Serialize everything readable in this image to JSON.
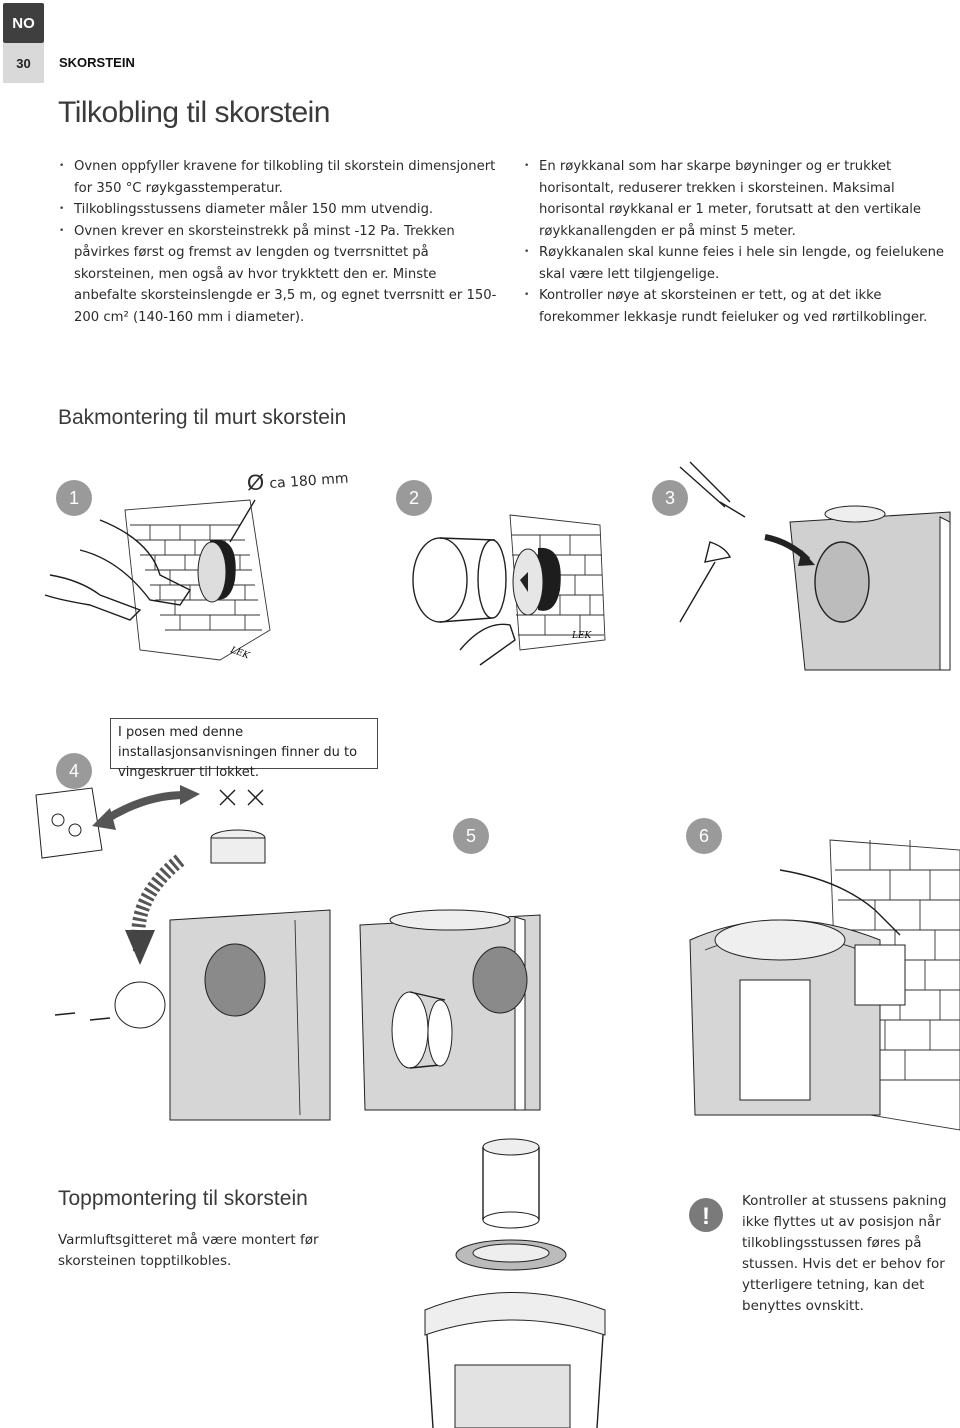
{
  "header": {
    "language": "NO",
    "page_number": "30",
    "section": "SKORSTEIN"
  },
  "title": "Tilkobling til skorstein",
  "intro_left": [
    "Ovnen oppfyller kravene for tilkobling til skorstein dimensjonert for 350 °C røykgasstemperatur.",
    "Tilkoblingsstussens diameter måler 150 mm utvendig.",
    "Ovnen krever en skorsteinstrekk på minst -12 Pa. Trekken påvirkes først og fremst av lengden og tverrsnittet på skorsteinen, men også av hvor trykktett den er. Minste anbefalte skorsteinslengde er 3,5 m, og egnet tverrsnitt er 150-200 cm² (140-160 mm i diameter)."
  ],
  "intro_right": [
    "En røykkanal som har skarpe bøyninger og er trukket horisontalt, reduserer trekken i skorsteinen. Maksimal horisontal røykkanal er 1 meter, forutsatt at den vertikale røykkanallengden er på minst 5 meter.",
    "Røykkanalen skal kunne feies i hele sin lengde, og feielukene skal være lett tilgjengelige.",
    "Kontroller nøye at skorsteinen er tett, og at det ikke forekommer lekkasje rundt feieluker og ved rørtilkoblinger."
  ],
  "rear_section": {
    "heading": "Bakmontering til murt skorstein",
    "steps": [
      "1",
      "2",
      "3",
      "4",
      "5",
      "6"
    ],
    "diameter_symbol": "Ø",
    "diameter_label": "ca 180 mm",
    "step4_note": "I posen med denne installasjonsanvisningen finner du to vingeskruer til lokket.",
    "brand_marks": [
      "LEK",
      "LEK"
    ]
  },
  "top_section": {
    "heading": "Toppmontering til skorstein",
    "text": "Varmluftsgitteret må være montert før skorsteinen topptilkobles.",
    "warning_icon": "exclamation-warning-icon",
    "warning_symbol": "!",
    "warning_text": "Kontroller at stussens pakning ikke flyttes ut av posisjon når tilkoblingsstussen føres på stussen. Hvis det er behov for ytterligere tetning, kan det benyttes ovnskitt."
  },
  "colors": {
    "lang_tab": "#3f3f3f",
    "page_tab": "#d9d9d9",
    "badge": "#9a9a9a",
    "stove_body": "#d6d6d6",
    "warning_icon": "#7a7a7a"
  }
}
